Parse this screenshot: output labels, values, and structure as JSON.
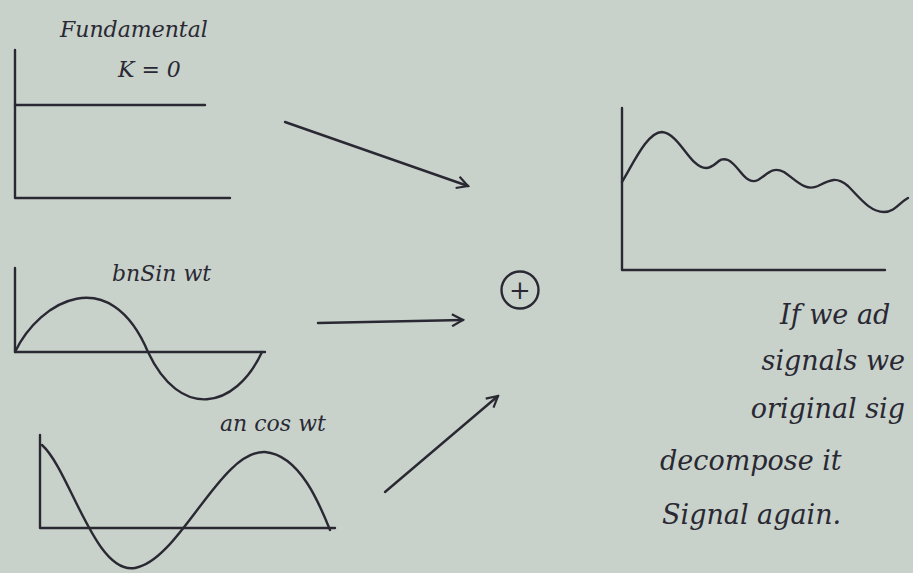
{
  "diagram": {
    "nodes": [
      {
        "text": [
          "+"
        ]
      }
    ],
    "labels": [
      "Fundamental",
      "K = 0",
      "bnSin wt",
      "an cos wt",
      "If we ad",
      "signals we",
      "original sig",
      "decompose it",
      "Signal again."
    ]
  }
}
